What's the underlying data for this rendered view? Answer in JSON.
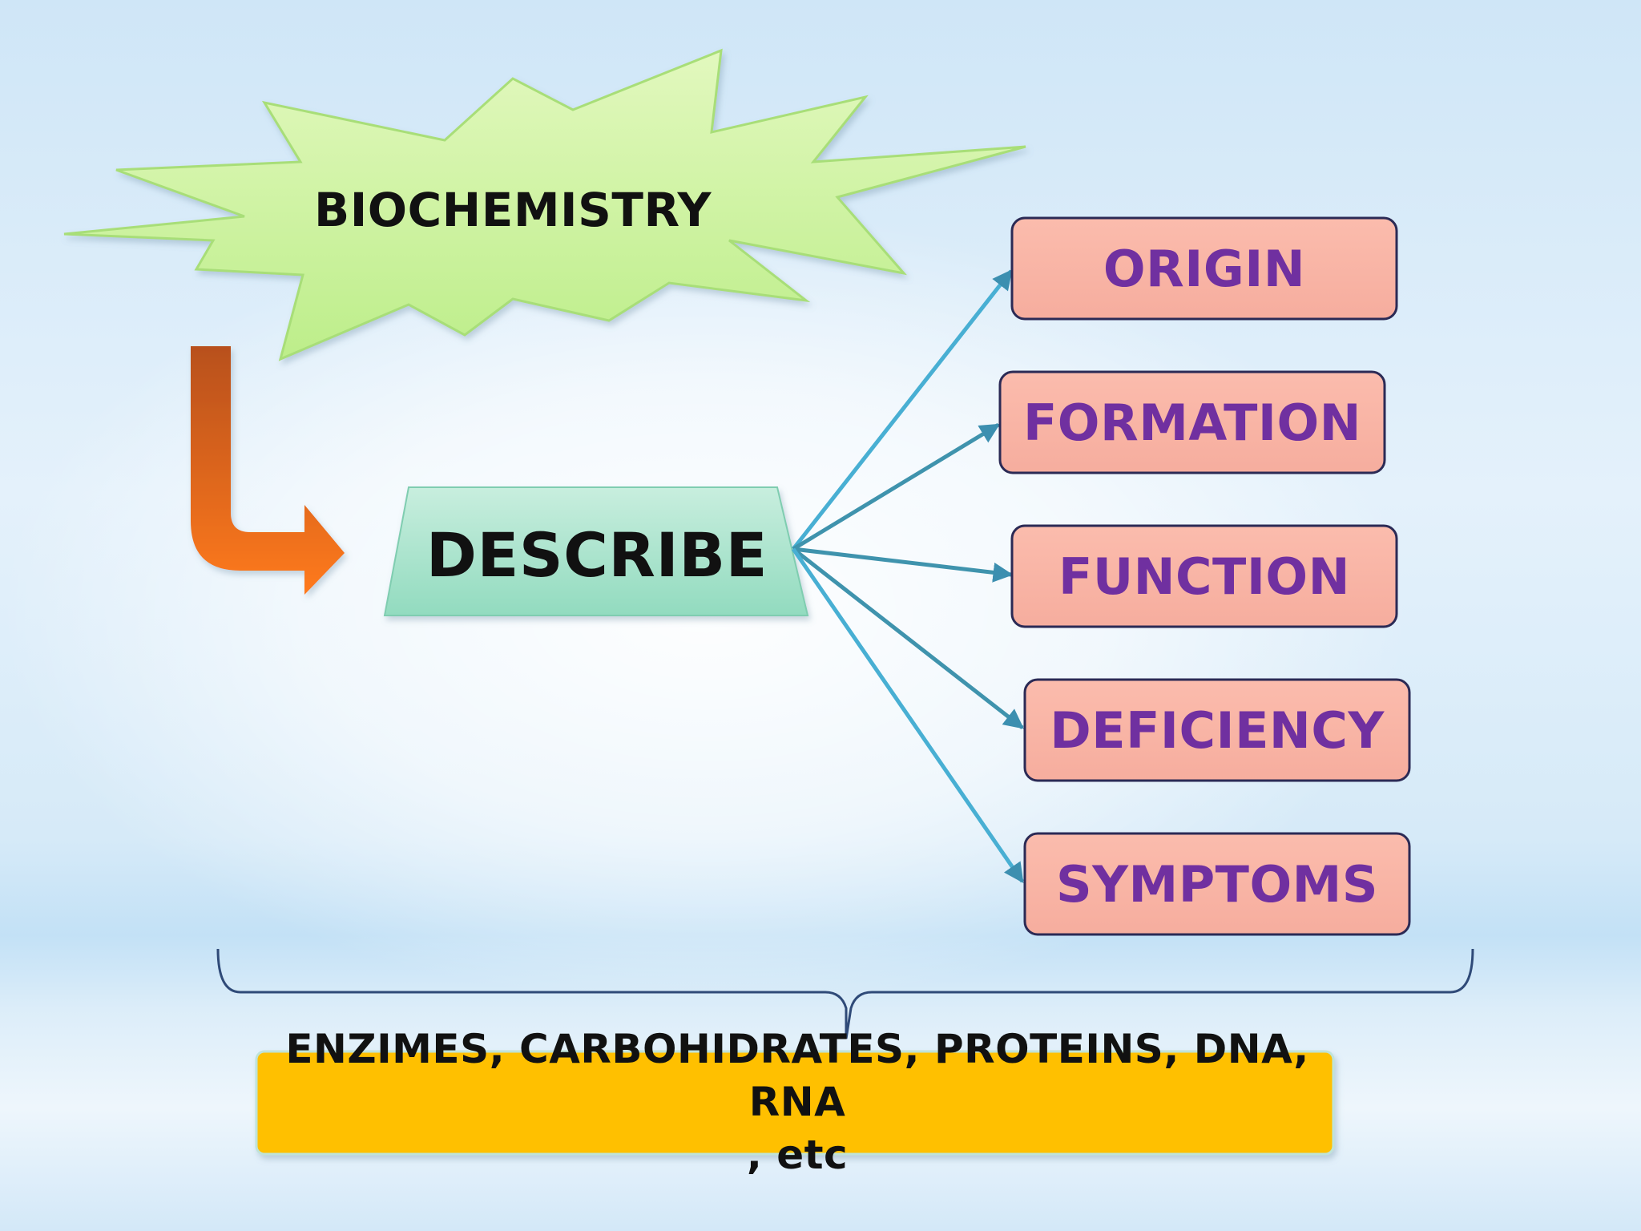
{
  "slide": {
    "title": "BIOCHEMISTRY",
    "verb": "DESCRIBE",
    "aspects": [
      "ORIGIN",
      "FORMATION",
      "FUNCTION",
      "DEFICIENCY",
      "SYMPTOMS"
    ],
    "examples": {
      "line1": "ENZIMES, CARBOHIDRATES, PROTEINS, DNA, RNA",
      "line2": ", etc"
    }
  },
  "colors": {
    "star_fill": "#d2f5a8",
    "star_stroke": "#a8e07a",
    "describe_fill": "#a9e2cf",
    "aspect_fill": "#f8b6a8",
    "aspect_stroke": "#2b2a55",
    "aspect_text": "#7030a0",
    "arrow_orange": "#e56b1a",
    "connector_blue": "#4db3d6",
    "brace": "#2f4a78",
    "examples_fill": "#ffc000"
  }
}
